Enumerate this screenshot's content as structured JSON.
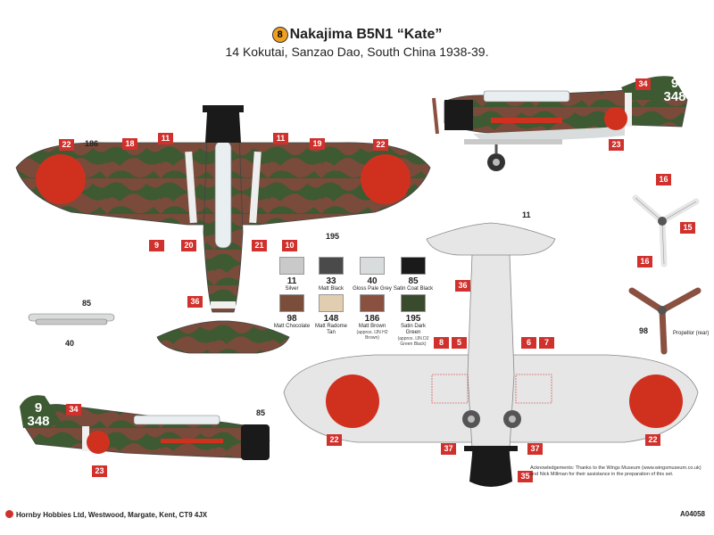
{
  "header": {
    "badge": "8",
    "title": "Nakajima B5N1 “Kate”",
    "subtitle": "14 Kokutai, Sanzao Dao, South China 1938-39."
  },
  "callouts": {
    "c22a": "22",
    "c18": "18",
    "c11a": "11",
    "c11b": "11",
    "c19": "19",
    "c22b": "22",
    "c9": "9",
    "c20": "20",
    "c21": "21",
    "c10": "10",
    "c36a": "36",
    "c34a": "34",
    "c23a": "23",
    "c16a": "16",
    "c15": "15",
    "c16b": "16",
    "c36b": "36",
    "c8": "8",
    "c5": "5",
    "c6": "6",
    "c7": "7",
    "c22c": "22",
    "c22d": "22",
    "c37a": "37",
    "c37b": "37",
    "c35": "35",
    "c34b": "34",
    "c23b": "23"
  },
  "numbers": {
    "n186": "186",
    "n195": "195",
    "n11": "11",
    "n85a": "85",
    "n40": "40",
    "n85b": "85",
    "n98": "98",
    "tail_top": "9",
    "tail_bottom": "348"
  },
  "swatches": [
    {
      "num": "11",
      "name": "Silver",
      "note": "",
      "color": "#c9c9c9"
    },
    {
      "num": "33",
      "name": "Matt Black",
      "note": "",
      "color": "#4a4a4a"
    },
    {
      "num": "40",
      "name": "Gloss Pale Grey",
      "note": "",
      "color": "#d9dcdc"
    },
    {
      "num": "85",
      "name": "Satin Coat Black",
      "note": "",
      "color": "#1a1a1a"
    },
    {
      "num": "98",
      "name": "Matt Chocolate",
      "note": "",
      "color": "#7a4e3a"
    },
    {
      "num": "148",
      "name": "Matt Radome Tan",
      "note": "",
      "color": "#e2cdb0"
    },
    {
      "num": "186",
      "name": "Matt Brown",
      "note": "(approx. IJN H2 Brown)",
      "color": "#8a5040"
    },
    {
      "num": "195",
      "name": "Satin Dark Green",
      "note": "(approx. IJN D2 Green Black)",
      "color": "#3a4a2c"
    }
  ],
  "propeller_label": "Propellor (rear)",
  "acknowledgement": "Acknowledgements: Thanks to the Wings Museum (www.wingsmuseum.co.uk) and Nick Millman for their assistance in the preparation of this set.",
  "footer": {
    "company": "Hornby Hobbies Ltd, Westwood, Margate, Kent, CT9 4JX",
    "code": "A04058"
  },
  "colors": {
    "green": "#3d5a32",
    "brown": "#7a4a3a",
    "hinomaru": "#d0311f",
    "silver": "#e6e6e6",
    "callout": "#d0312d"
  }
}
